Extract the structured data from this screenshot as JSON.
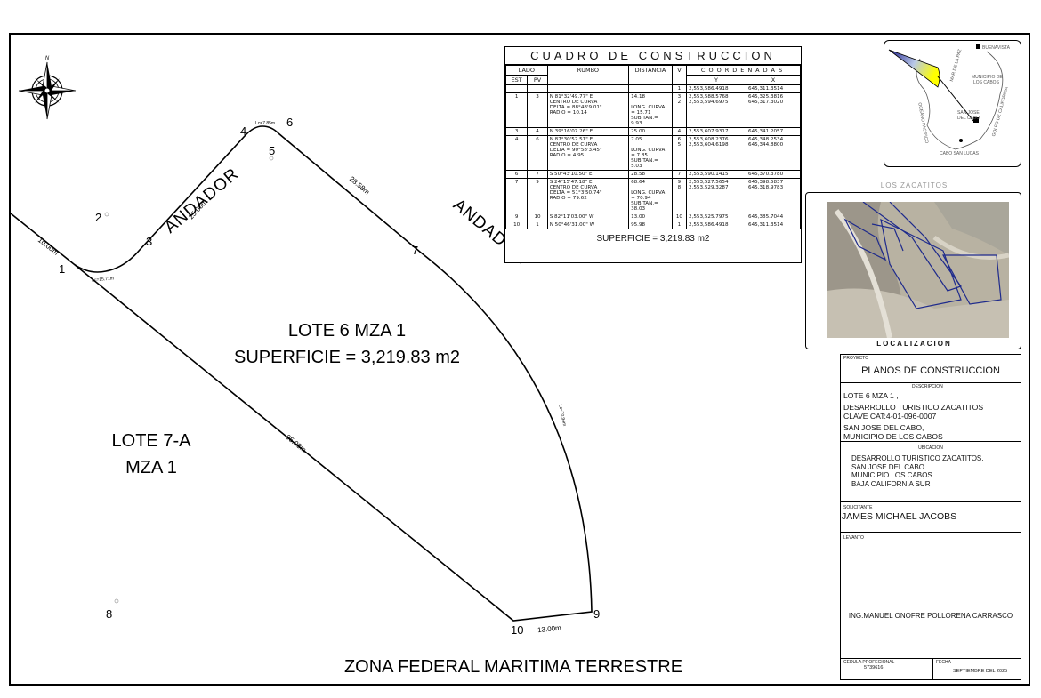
{
  "plan": {
    "north": "N",
    "andador_left": "ANDADOR",
    "andador_right": "ANDADOR",
    "lot_name": "LOTE 6 MZA 1",
    "lot_area": "SUPERFICIE = 3,219.83 m2",
    "adjacent_lot_line1": "LOTE 7-A",
    "adjacent_lot_line2": "MZA 1",
    "zone_label": "ZONA FEDERAL MARITIMA TERRESTRE",
    "dims": {
      "d1": "10.00m",
      "d2": "25.00m",
      "d3": "28.58m",
      "d4": "95.98m",
      "d5": "13.00m",
      "lc1": "Lc=15.71m",
      "lc2": "Lc=7.85m",
      "lc3": "Lc=70.94m"
    },
    "vertices": {
      "v1": "1",
      "v2": "2",
      "v3": "3",
      "v4": "4",
      "v5": "5",
      "v6": "6",
      "v7": "7",
      "v8": "8",
      "v9": "9",
      "v10": "10"
    }
  },
  "table": {
    "title": "CUADRO DE CONSTRUCCION",
    "headers": {
      "lado": "LADO",
      "est": "EST",
      "pv": "PV",
      "rumbo": "RUMBO",
      "distancia": "DISTANCIA",
      "v": "V",
      "coordenadas": "COORDENADAS",
      "y": "Y",
      "x": "X"
    },
    "rows": [
      {
        "est": "",
        "pv": "",
        "rumbo": "",
        "distancia": "",
        "v": "1",
        "y": "2,553,586.4918",
        "x": "645,311.3514"
      },
      {
        "est": "1",
        "pv": "3",
        "rumbo": "N 81°32'49.77\" E\nCENTRO DE CURVA\nDELTA = 88°48'9.01\"\nRADIO = 10.14",
        "distancia": "14.18\n\nLONG. CURVA = 15.71\nSUB.TAN.= 9.93",
        "v": "3\n2",
        "y": "2,553,588.5768\n2,553,594.6975",
        "x": "645,325.3816\n645,317.3020"
      },
      {
        "est": "3",
        "pv": "4",
        "rumbo": "N 39°16'07.26\" E",
        "distancia": "25.00",
        "v": "4",
        "y": "2,553,607.9317",
        "x": "645,341.2057"
      },
      {
        "est": "4",
        "pv": "6",
        "rumbo": "N 87°30'52.51\" E\nCENTRO DE CURVA\nDELTA = 90°58'3.45\"\nRADIO = 4.95",
        "distancia": "7.05\n\nLONG. CURVA = 7.85\nSUB.TAN.= 5.03",
        "v": "6\n5",
        "y": "2,553,608.2376\n2,553,604.6198",
        "x": "645,348.2534\n645,344.8800"
      },
      {
        "est": "6",
        "pv": "7",
        "rumbo": "S 50°43'10.50\" E",
        "distancia": "28.58",
        "v": "7",
        "y": "2,553,590.1415",
        "x": "645,370.3780"
      },
      {
        "est": "7",
        "pv": "9",
        "rumbo": "S 24°15'47.18\" E\nCENTRO DE CURVA\nDELTA = 51°3'50.74\"\nRADIO = 79.62",
        "distancia": "68.64\n\nLONG. CURVA = 70.94\nSUB.TAN.= 38.03",
        "v": "9\n8",
        "y": "2,553,527.5654\n2,553,529.3287",
        "x": "645,398.5837\n645,318.9783"
      },
      {
        "est": "9",
        "pv": "10",
        "rumbo": "S 82°11'03.00\" W",
        "distancia": "13.00",
        "v": "10",
        "y": "2,553,525.7975",
        "x": "645,385.7044"
      },
      {
        "est": "10",
        "pv": "1",
        "rumbo": "N 50°46'31.00\" W",
        "distancia": "95.98",
        "v": "1",
        "y": "2,553,586.4918",
        "x": "645,311.3514"
      }
    ],
    "superficie": "SUPERFICIE = 3,219.83 m2"
  },
  "keymap": {
    "buenavista": "BUENAVISTA",
    "municipio": "MUNICIPIO DE",
    "los_cabos": "LOS CABOS",
    "mar_cortes": "MAR DE LA PAZ",
    "san_jose": "SAN JOSE",
    "del_cabo": "DEL CABO",
    "cabo_san_lucas": "CABO SAN LUCAS",
    "oceano": "OCEANO PACIFICO",
    "golfo": "GOLFO DE CALIFORNIA"
  },
  "location": {
    "top_label": "LOS ZACATITOS",
    "label": "LOCALIZACION"
  },
  "titleblock": {
    "proyecto_label": "PROYECTO",
    "proyecto": "PLANOS DE CONSTRUCCION",
    "descripcion_label": "DESCRIPCION",
    "desc_line1": "LOTE 6 MZA 1 ,",
    "desc_line2": "DESARROLLO TURISTICO ZACATITOS",
    "desc_line3": "CLAVE CAT:4-01-096-0007",
    "desc_line4": "SAN JOSE DEL CABO,",
    "desc_line5": "MUNICIPIO DE LOS CABOS",
    "ubicacion_label": "UBICACION",
    "ubic_line1": "DESARROLLO TURISTICO ZACATITOS,",
    "ubic_line2": "SAN JOSE DEL CABO",
    "ubic_line3": "MUNICIPIO LOS CABOS",
    "ubic_line4": "BAJA CALIFORNIA SUR",
    "solicitante_label": "SOLICITANTE",
    "solicitante": "JAMES MICHAEL JACOBS",
    "levanto_label": "LEVANTO",
    "levanto": "ING.MANUEL ONOFRE POLLORENA CARRASCO",
    "cedula_label": "CEDULA PROFECIONAL",
    "cedula": "5739616",
    "fecha_label": "FECHA",
    "fecha": "SEPTIEMBRE DEL 2025"
  }
}
